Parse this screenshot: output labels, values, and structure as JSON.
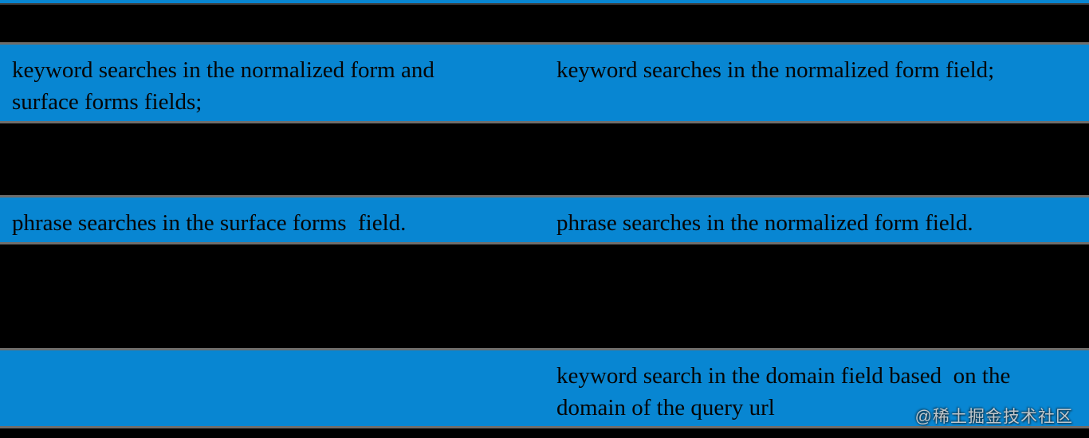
{
  "page": {
    "background_color": "#000000",
    "row_blue_color": "#0886d2",
    "grid_border_color": "#6e6d6b",
    "text_color": "#050505"
  },
  "table": {
    "columns": [
      "left",
      "right"
    ],
    "rows": [
      {
        "type": "black",
        "left": "",
        "right": ""
      },
      {
        "type": "blue",
        "left": "keyword searches in the normalized form and\nsurface forms fields;",
        "right": "keyword searches in the normalized form field;"
      },
      {
        "type": "black",
        "left": "",
        "right": ""
      },
      {
        "type": "blue",
        "left": "phrase searches in the surface forms  field.",
        "right": "phrase searches in the normalized form field."
      },
      {
        "type": "black",
        "left": "",
        "right": ""
      },
      {
        "type": "blue",
        "left": "",
        "right": "keyword search in the domain field based  on the\ndomain of the query url"
      }
    ]
  },
  "watermark": {
    "text": "@稀土掘金技术社区"
  }
}
